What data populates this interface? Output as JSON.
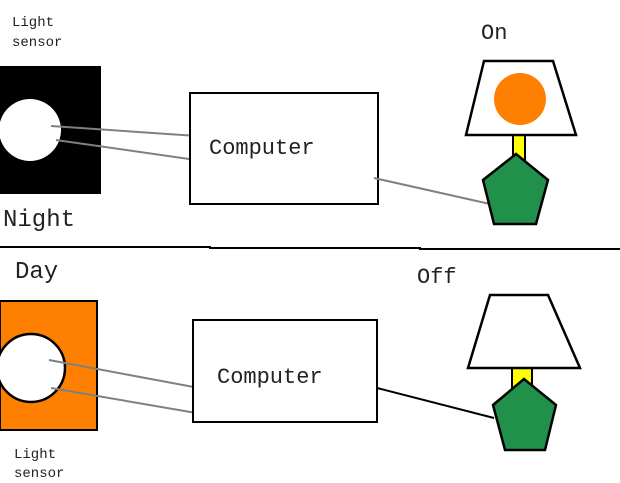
{
  "night_panel": {
    "sensor_label_line1": "Light",
    "sensor_label_line2": "sensor",
    "time_label": "Night",
    "computer_label": "Computer",
    "lamp_state": "On"
  },
  "day_panel": {
    "time_label": "Day",
    "sensor_label_line1": "Light",
    "sensor_label_line2": "sensor",
    "computer_label": "Computer",
    "lamp_state": "Off"
  },
  "colors": {
    "night_sensor_bg": "#000000",
    "day_sensor_bg": "#ff8000",
    "bulb_on": "#ff8000",
    "lamp_base": "#20904a",
    "lamp_neck": "#ffff00",
    "wire_gray": "#808080",
    "outline": "#000000"
  }
}
